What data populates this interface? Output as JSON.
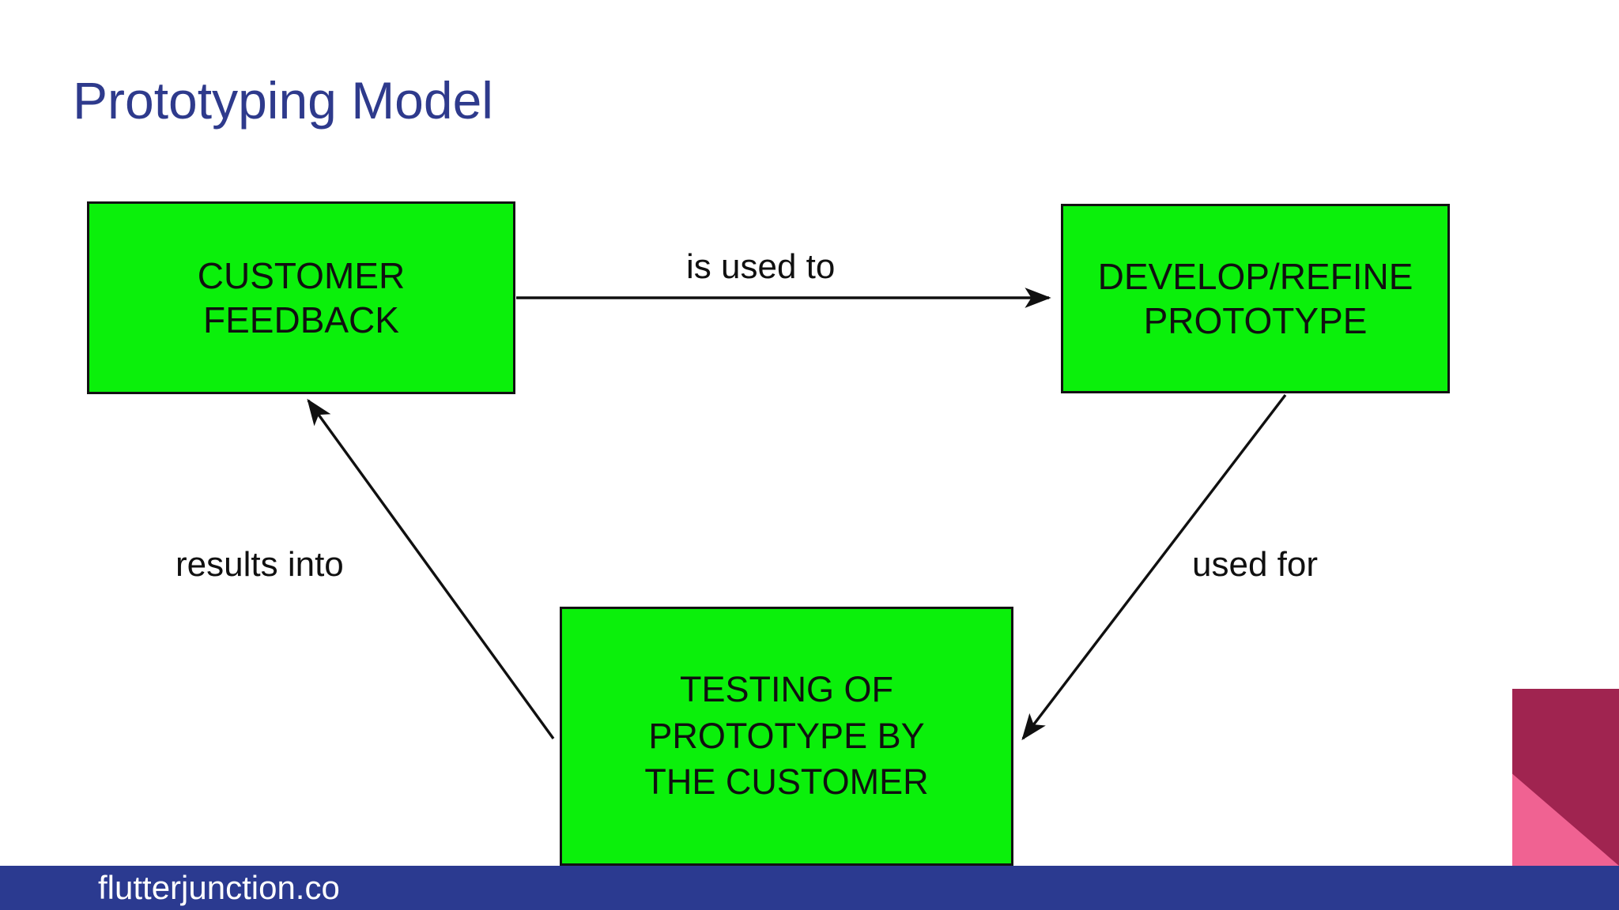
{
  "slide": {
    "title": "Prototyping Model",
    "title_color": "#2E3A8C",
    "background": "#FFFFFF"
  },
  "diagram": {
    "type": "cycle-flowchart",
    "node_fill": "#0BF00B",
    "node_border": "#121212",
    "nodes": [
      {
        "id": "customer-feedback",
        "label": "CUSTOMER\nFEEDBACK"
      },
      {
        "id": "develop-prototype",
        "label": "DEVELOP/REFINE\nPROTOTYPE"
      },
      {
        "id": "testing-prototype",
        "label": "TESTING OF\nPROTOTYPE BY\nTHE CUSTOMER"
      }
    ],
    "edges": [
      {
        "id": "feedback-to-develop",
        "from": "customer-feedback",
        "to": "develop-prototype",
        "label": "is used to"
      },
      {
        "id": "develop-to-testing",
        "from": "develop-prototype",
        "to": "testing-prototype",
        "label": "used for"
      },
      {
        "id": "testing-to-feedback",
        "from": "testing-prototype",
        "to": "customer-feedback",
        "label": "results into"
      }
    ]
  },
  "footer": {
    "url": "flutterjunction.co",
    "background": "#2B3A90",
    "text_color": "#FFFFFF"
  },
  "decoration": {
    "maroon": "#A02450",
    "pink": "#F06292"
  }
}
